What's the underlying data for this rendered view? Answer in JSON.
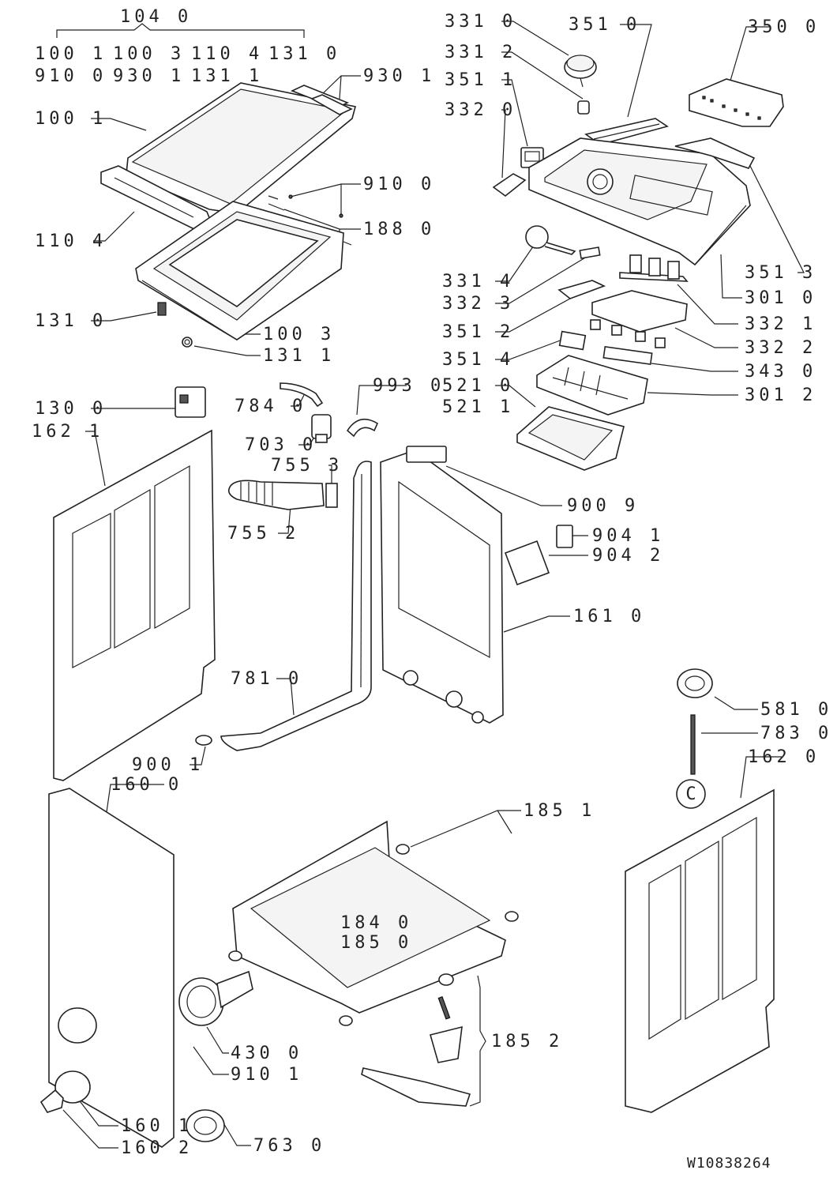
{
  "drawing_number": "W10838264",
  "labels": [
    {
      "id": "l-1040",
      "text": "104 0"
    },
    {
      "id": "l-1001a",
      "text": "100 1"
    },
    {
      "id": "l-1003a",
      "text": "100 3"
    },
    {
      "id": "l-1104a",
      "text": "110 4"
    },
    {
      "id": "l-1310a",
      "text": "131 0"
    },
    {
      "id": "l-9100a",
      "text": "910 0"
    },
    {
      "id": "l-9301a",
      "text": "930 1"
    },
    {
      "id": "l-1311a",
      "text": "131 1"
    },
    {
      "id": "l-9301b",
      "text": "930 1"
    },
    {
      "id": "l-1001b",
      "text": "100 1"
    },
    {
      "id": "l-9100b",
      "text": "910 0"
    },
    {
      "id": "l-1880",
      "text": "188 0"
    },
    {
      "id": "l-1104b",
      "text": "110 4"
    },
    {
      "id": "l-1310b",
      "text": "131 0"
    },
    {
      "id": "l-1003b",
      "text": "100 3"
    },
    {
      "id": "l-1311b",
      "text": "131 1"
    },
    {
      "id": "l-3310",
      "text": "331 0"
    },
    {
      "id": "l-3312",
      "text": "331 2"
    },
    {
      "id": "l-3511",
      "text": "351 1"
    },
    {
      "id": "l-3320",
      "text": "332 0"
    },
    {
      "id": "l-3510",
      "text": "351 0"
    },
    {
      "id": "l-3500",
      "text": "350 0"
    },
    {
      "id": "l-3314",
      "text": "331 4"
    },
    {
      "id": "l-3323",
      "text": "332 3"
    },
    {
      "id": "l-3512",
      "text": "351 2"
    },
    {
      "id": "l-3514",
      "text": "351 4"
    },
    {
      "id": "l-5210",
      "text": "521 0"
    },
    {
      "id": "l-5211",
      "text": "521 1"
    },
    {
      "id": "l-3513",
      "text": "351 3"
    },
    {
      "id": "l-3010",
      "text": "301 0"
    },
    {
      "id": "l-3321",
      "text": "332 1"
    },
    {
      "id": "l-3322",
      "text": "332 2"
    },
    {
      "id": "l-3430",
      "text": "343 0"
    },
    {
      "id": "l-3012",
      "text": "301 2"
    },
    {
      "id": "l-1300",
      "text": "130 0"
    },
    {
      "id": "l-1621",
      "text": "162 1"
    },
    {
      "id": "l-7840",
      "text": "784 0"
    },
    {
      "id": "l-9930",
      "text": "993 0"
    },
    {
      "id": "l-7030",
      "text": "703 0"
    },
    {
      "id": "l-7553",
      "text": "755 3"
    },
    {
      "id": "l-7552",
      "text": "755 2"
    },
    {
      "id": "l-9009",
      "text": "900 9"
    },
    {
      "id": "l-9041",
      "text": "904 1"
    },
    {
      "id": "l-9042",
      "text": "904 2"
    },
    {
      "id": "l-1610",
      "text": "161 0"
    },
    {
      "id": "l-7810",
      "text": "781 0"
    },
    {
      "id": "l-5810",
      "text": "581 0"
    },
    {
      "id": "l-7830",
      "text": "783 0"
    },
    {
      "id": "l-1620",
      "text": "162 0"
    },
    {
      "id": "l-9001",
      "text": "900 1"
    },
    {
      "id": "l-1600",
      "text": "160 0"
    },
    {
      "id": "l-1851",
      "text": "185 1"
    },
    {
      "id": "l-1840",
      "text": "184 0"
    },
    {
      "id": "l-1850",
      "text": "185 0"
    },
    {
      "id": "l-1852",
      "text": "185 2"
    },
    {
      "id": "l-4300",
      "text": "430 0"
    },
    {
      "id": "l-9101",
      "text": "910 1"
    },
    {
      "id": "l-1601",
      "text": "160 1"
    },
    {
      "id": "l-1602",
      "text": "160 2"
    },
    {
      "id": "l-7630",
      "text": "763 0"
    }
  ],
  "c_marker": "C"
}
